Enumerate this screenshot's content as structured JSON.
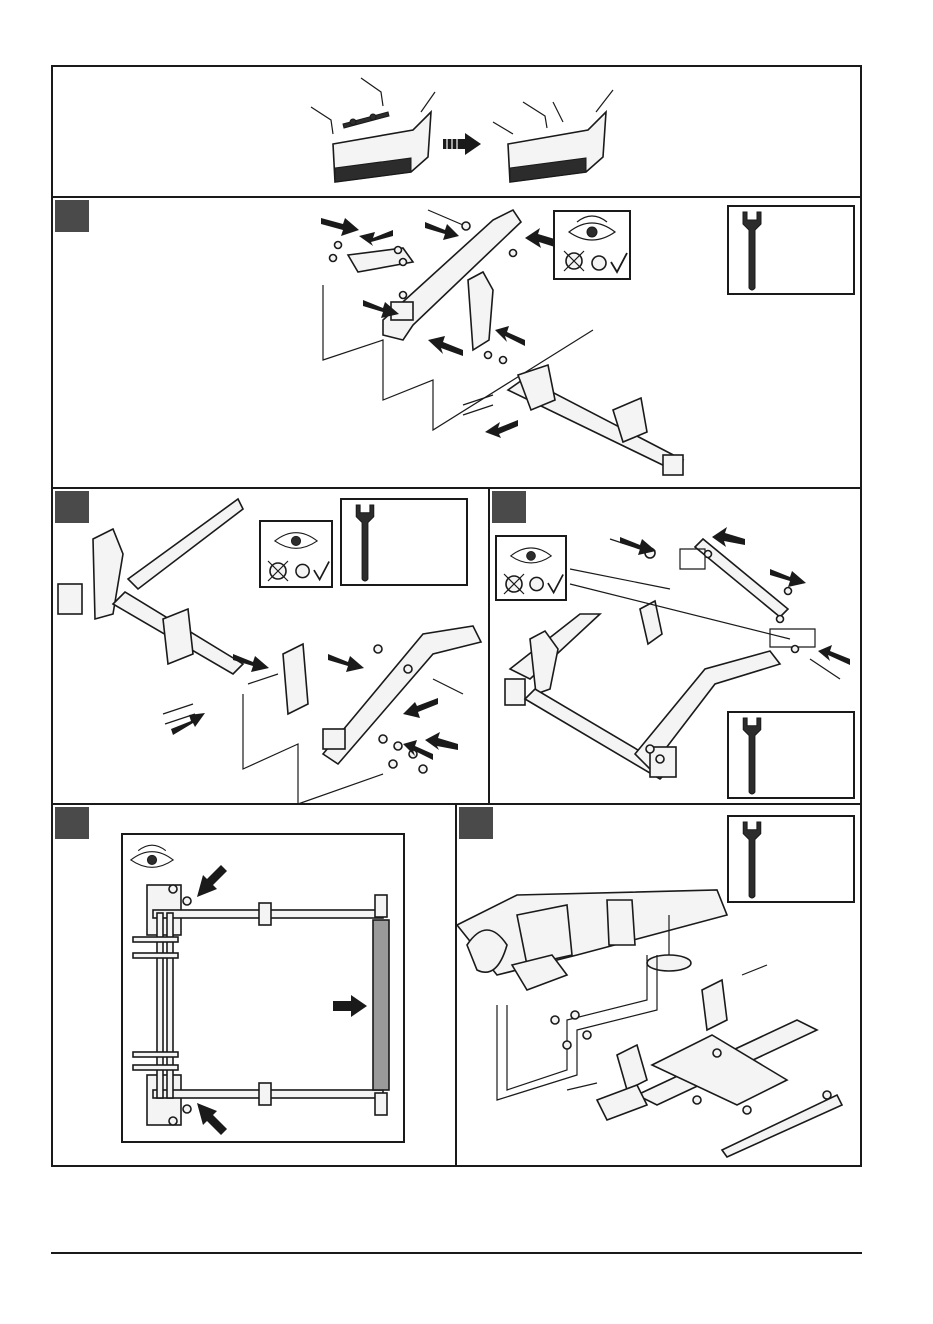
{
  "page": {
    "panels": [
      {
        "id": "overview",
        "step": ""
      },
      {
        "id": "step-1",
        "step": ""
      },
      {
        "id": "step-2",
        "step": ""
      },
      {
        "id": "step-3",
        "step": ""
      },
      {
        "id": "step-4",
        "step": ""
      },
      {
        "id": "step-5",
        "step": ""
      }
    ],
    "icons": [
      "wrench-icon",
      "eye-icon",
      "check-mark-icon",
      "no-grease-icon",
      "arrow-icon"
    ],
    "colors": {
      "line": "#1a1a1a",
      "step_marker": "#4a4a4a",
      "background": "#ffffff",
      "rod": "#9a9a9a"
    }
  }
}
